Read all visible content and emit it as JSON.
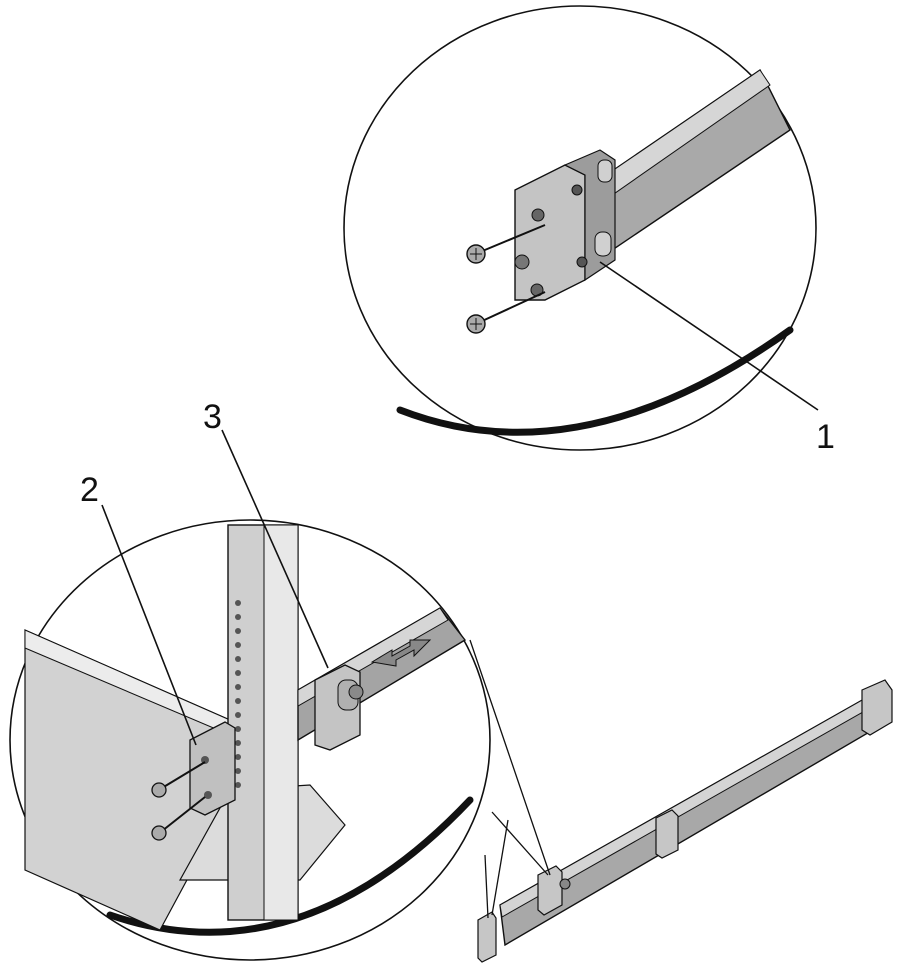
{
  "callouts": {
    "one": "1",
    "two": "2",
    "three": "3"
  },
  "colors": {
    "line": "#111111",
    "metal_light": "#d9d9d9",
    "metal_mid": "#b8b8b8",
    "metal_dark": "#8e8e8e",
    "shadow": "#6f6f6f"
  }
}
